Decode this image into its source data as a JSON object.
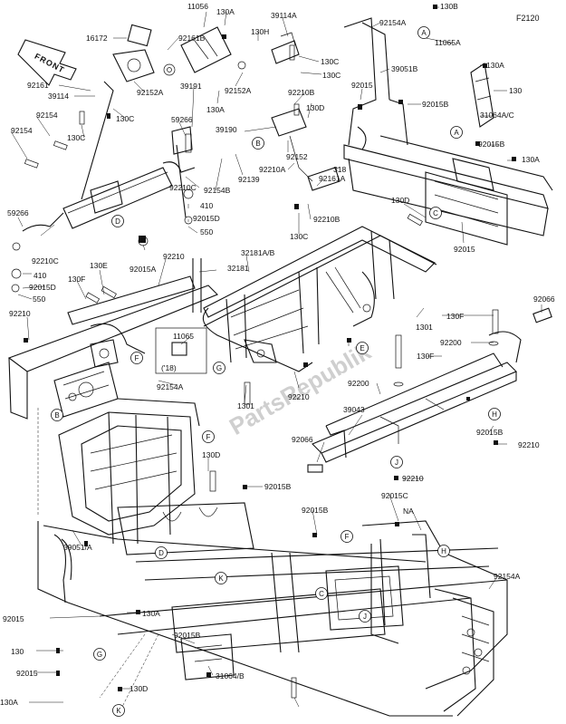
{
  "figure_code": "F2120",
  "front_arrow_label": "FRONT",
  "watermark": "PartsRepublik",
  "inset_label": "('18)",
  "callout_markers": [
    "A",
    "B",
    "C",
    "D",
    "E",
    "F",
    "G",
    "H",
    "J",
    "K"
  ],
  "part_labels": [
    "11056",
    "130A",
    "130B",
    "39114A",
    "92154A",
    "11065A",
    "130A",
    "16172",
    "92161B",
    "130H",
    "130C",
    "39051B",
    "130",
    "92161",
    "92152A",
    "130C",
    "92015",
    "92015B",
    "39114",
    "92152A",
    "130A",
    "92210B",
    "31064A/C",
    "130C",
    "39191",
    "130D",
    "92154",
    "92015B",
    "130C",
    "59266",
    "39190",
    "130A",
    "92154",
    "92152",
    "318",
    "92210A",
    "92161A",
    "92154B",
    "92139",
    "92210C",
    "410",
    "92015D",
    "550",
    "92210B",
    "130C",
    "130D",
    "92015",
    "59266",
    "92210C",
    "410",
    "92015D",
    "550",
    "92015A",
    "92210",
    "32181",
    "32181A/B",
    "130E",
    "130F",
    "1301",
    "92210",
    "92066",
    "130F",
    "92200",
    "130F",
    "11065",
    "('18)",
    "92154A",
    "92210",
    "92200",
    "1301",
    "92015B",
    "92210",
    "39043",
    "92066",
    "92210",
    "130D",
    "92015B",
    "92015C",
    "92015B",
    "NA",
    "92154A",
    "39051/A",
    "92015",
    "130A",
    "92015B",
    "130",
    "92015",
    "31064/B",
    "130A",
    "130D"
  ]
}
